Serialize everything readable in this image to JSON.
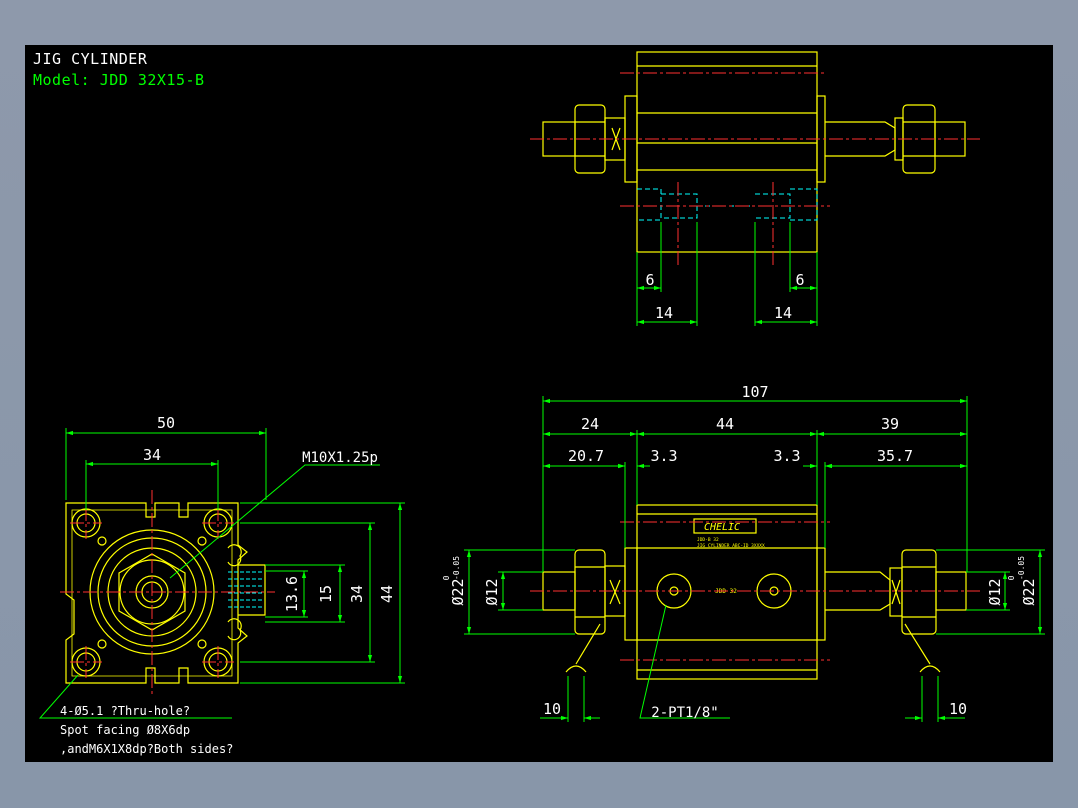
{
  "title": "JIG CYLINDER",
  "model": "Model: JDD 32X15-B",
  "colors": {
    "background": "#000000",
    "outline": "#ffff00",
    "dimension": "#00ff00",
    "centerline": "#ff3030",
    "hidden": "#00ffff",
    "text": "#ffffff",
    "frame": "#8c97a8"
  },
  "top_view": {
    "dims": [
      "6",
      "6",
      "14",
      "14"
    ]
  },
  "front_view": {
    "dims": [
      "50",
      "34",
      "13.6",
      "15",
      "34",
      "44"
    ],
    "thread_callout": "M10X1.25p",
    "hole_note": [
      "4-Ø5.1 ?Thru-hole?",
      "Spot facing Ø8X6dp",
      ",andM6X1X8dp?Both sides?"
    ]
  },
  "side_view": {
    "dims": [
      "107",
      "24",
      "44",
      "39",
      "20.7",
      "3.3",
      "3.3",
      "35.7",
      "10",
      "10"
    ],
    "left_diameters": [
      "Ø12",
      "Ø22",
      "-0.05",
      "0"
    ],
    "right_diameters": [
      "Ø12",
      "Ø22",
      "-0.05",
      "0"
    ],
    "port_callout": "2-PT1/8\"",
    "nameplate": "CHELIC",
    "nameplate_small": [
      "JDD-B 32",
      "JIG CYLINDER  ABC-ID 3XXXX"
    ],
    "body_label": "JDD 32"
  }
}
